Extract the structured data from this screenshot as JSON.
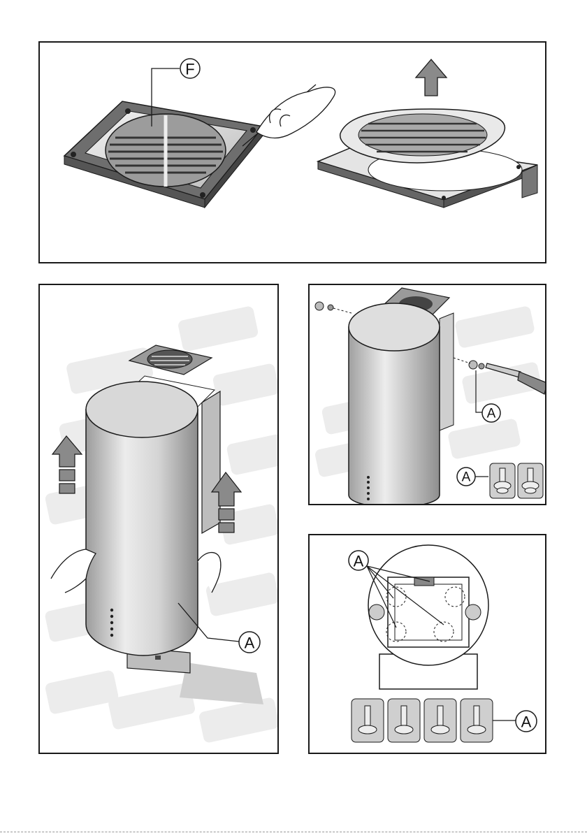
{
  "panels": {
    "top": {
      "label_f": "F"
    },
    "left": {
      "label_a": "A"
    },
    "mid_right": {
      "label_a_side": "A",
      "label_a_legend": "A"
    },
    "bottom_right": {
      "label_a_top": "A",
      "label_a_legend": "A"
    }
  },
  "colors": {
    "stroke": "#1a1a1a",
    "metal_light": "#e6e6e6",
    "metal_mid": "#bdbdbd",
    "metal_dark": "#7a7a7a",
    "wall_brick": "#ececec",
    "arrow": "#8a8a8a",
    "shadow": "#cfcfcf"
  },
  "icons": [
    "up-arrow-icon",
    "screw-icon",
    "screwdriver-icon",
    "hand-icon",
    "grille-icon"
  ]
}
